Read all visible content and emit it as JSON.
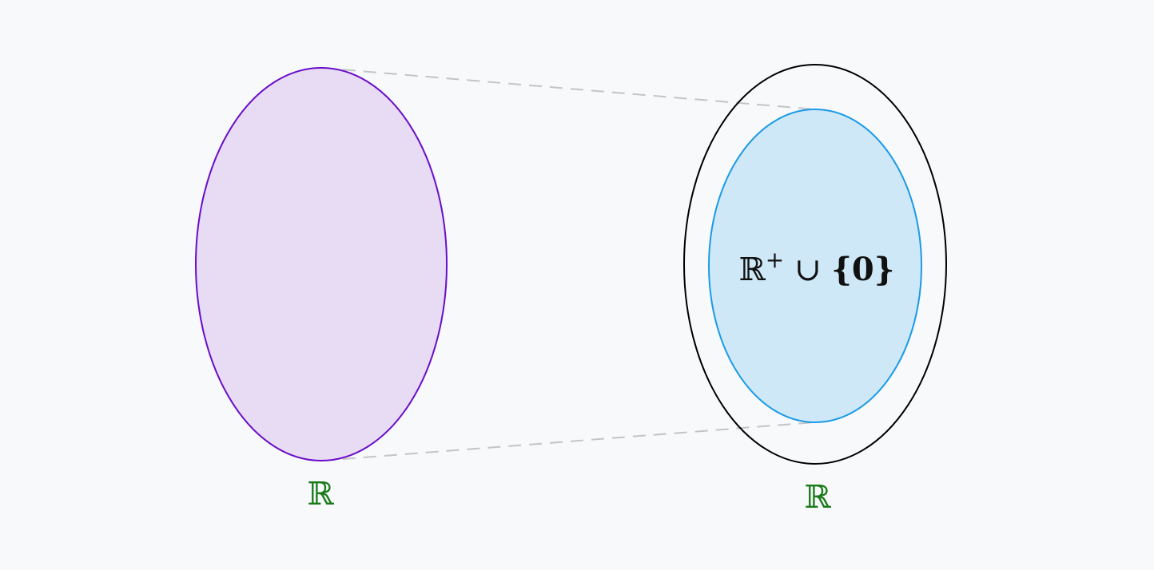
{
  "diagram": {
    "domain_set": {
      "label": "ℝ",
      "fill": "#e8dcf4",
      "stroke": "#6a0dc9"
    },
    "codomain_set": {
      "label": "ℝ",
      "stroke": "#000000"
    },
    "range_set": {
      "label_base": "ℝ",
      "label_sup": "+",
      "label_union": " ∪ ",
      "label_bold": "{0}",
      "fill": "#cfe8f8",
      "stroke": "#1a9ae6"
    },
    "label_color": "#1a7a1a",
    "connector_color": "#c4c4c4"
  }
}
